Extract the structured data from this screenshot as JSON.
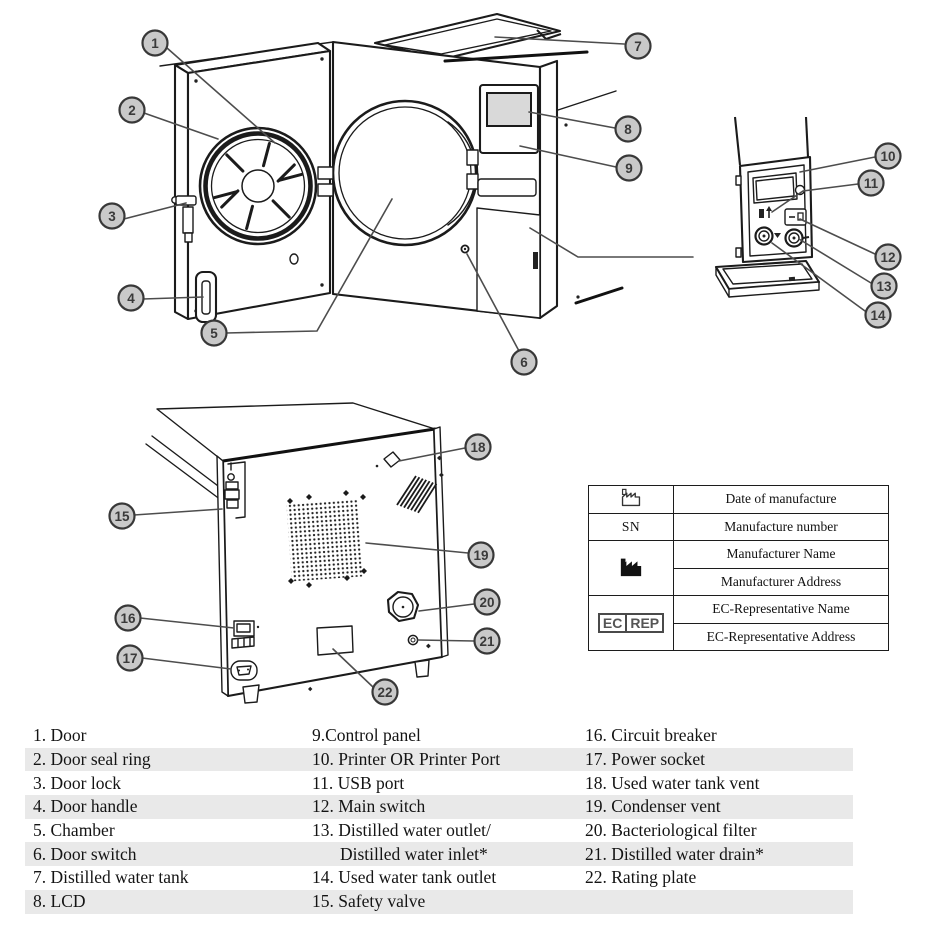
{
  "figure": {
    "callouts": {
      "front": [
        "1",
        "2",
        "3",
        "4",
        "5",
        "6",
        "7",
        "8",
        "9"
      ],
      "side": [
        "10",
        "11",
        "12",
        "13",
        "14"
      ],
      "back": [
        "15",
        "16",
        "17",
        "18",
        "19",
        "20",
        "21",
        "22"
      ]
    }
  },
  "symbol_table": {
    "rows": [
      {
        "symbol": "date-of-manufacture-icon",
        "label": "Date of manufacture"
      },
      {
        "symbol_text": "SN",
        "label": "Manufacture number"
      },
      {
        "symbol": "manufacturer-icon",
        "label": "Manufacturer Name",
        "label2": "Manufacturer Address"
      },
      {
        "ec": "EC",
        "rep": "REP",
        "label": "EC-Representative Name",
        "label2": "EC-Representative Address"
      }
    ]
  },
  "legend": {
    "rows": [
      [
        "1. Door",
        "9.Control panel",
        "16. Circuit breaker"
      ],
      [
        "2. Door seal ring",
        "10. Printer OR Printer Port",
        "17. Power socket"
      ],
      [
        "3. Door lock",
        "11. USB port",
        "18. Used water tank vent"
      ],
      [
        "4. Door handle",
        "12. Main switch",
        "19. Condenser vent"
      ],
      [
        "5. Chamber",
        "13. Distilled water outlet/",
        "20. Bacteriological filter"
      ],
      [
        "6. Door switch",
        "Distilled water inlet*",
        "21. Distilled water drain*"
      ],
      [
        "7. Distilled water tank",
        "14. Used water tank outlet",
        "22. Rating plate"
      ],
      [
        "8. LCD",
        "15. Safety valve",
        ""
      ]
    ]
  }
}
